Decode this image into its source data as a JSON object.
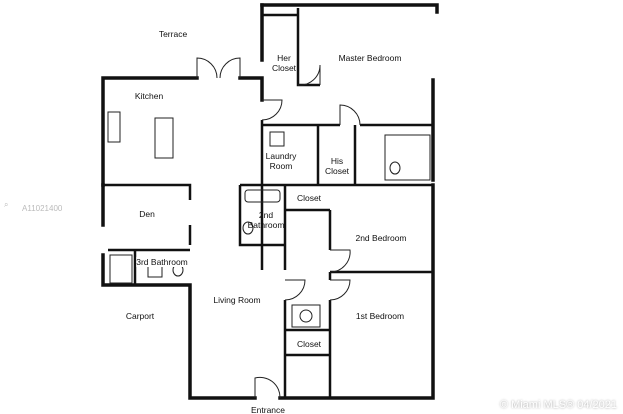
{
  "rooms": {
    "terrace": "Terrace",
    "her_closet": "Her\nCloset",
    "master_bedroom": "Master Bedroom",
    "kitchen": "Kitchen",
    "laundry_room": "Laundry\nRoom",
    "his_closet": "His\nCloset",
    "closet_upper": "Closet",
    "second_bathroom": "2nd\nBathroom",
    "den": "Den",
    "second_bedroom": "2nd Bedroom",
    "third_bathroom": "3rd Bathroom",
    "living_room": "Living Room",
    "carport": "Carport",
    "first_bedroom": "1st Bedroom",
    "closet_lower": "Closet",
    "entrance": "Entrance"
  },
  "watermark": {
    "id": "A11021400",
    "copyright": "© Miami MLS® 04/2021"
  }
}
